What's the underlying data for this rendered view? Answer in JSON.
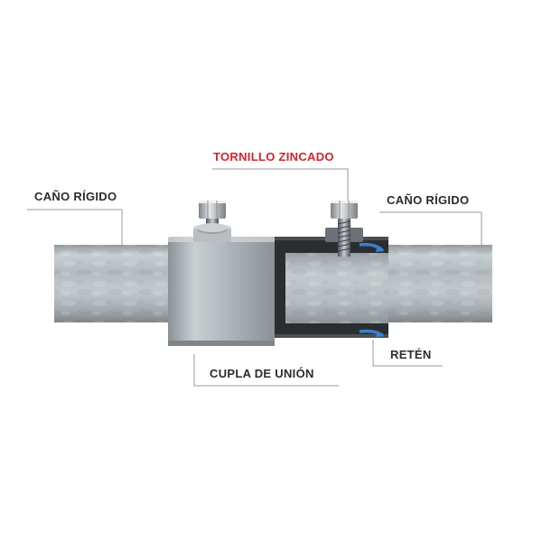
{
  "labels": {
    "pipe_left": "CAÑO RÍGIDO",
    "pipe_right": "CAÑO RÍGIDO",
    "screw": "TORNILLO ZINCADO",
    "coupling": "CUPLA DE UNIÓN",
    "retainer": "RETÉN"
  },
  "colors": {
    "screw_label": "#d8232a",
    "label_text": "#2b2b2b",
    "leader_line": "#9a9a9a",
    "pipe": "#b7bec3",
    "coupling": "#a7adb1",
    "retainer": "#3a7fd0"
  }
}
